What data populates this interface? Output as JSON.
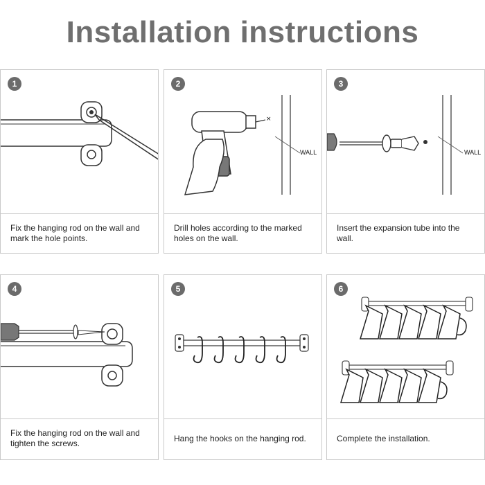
{
  "page": {
    "title": "Installation instructions"
  },
  "steps": [
    {
      "number": "1",
      "caption": "Fix the hanging rod on the wall and mark the hole points."
    },
    {
      "number": "2",
      "caption": "Drill holes according to the marked holes on the wall.",
      "label": "WALL"
    },
    {
      "number": "3",
      "caption": "Insert the expansion tube into the wall.",
      "label": "WALL"
    },
    {
      "number": "4",
      "caption": "Fix the hanging rod on the wall and tighten the screws."
    },
    {
      "number": "5",
      "caption": "Hang the hooks on the hanging rod."
    },
    {
      "number": "6",
      "caption": "Complete the installation."
    }
  ],
  "icons": {
    "drill": "drill-icon",
    "screwdriver": "screwdriver-icon",
    "hook": "s-hook-icon",
    "cup": "cup-icon"
  },
  "colors": {
    "title": "#6f6f6f",
    "badge": "#6b6b6b",
    "border": "#c9c9c9",
    "line": "#333333"
  }
}
